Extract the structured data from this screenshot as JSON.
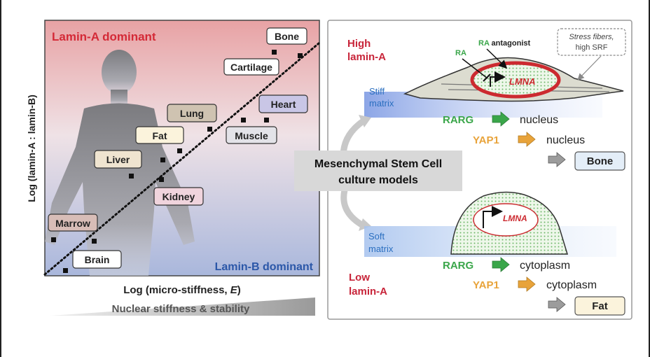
{
  "left_panel": {
    "top_label": "Lamin-A dominant",
    "bottom_label": "Lamin-B dominant",
    "y_axis_label": "Log (lamin-A : lamin-B)",
    "x_axis_label": "Log (micro-stiffness, E)",
    "x_axis_label_prefix": "Log (micro-stiffness, ",
    "x_axis_label_var": "E",
    "x_axis_label_suffix": ")",
    "bottom_bar_label": "Nuclear stiffness & stability",
    "tissues": [
      {
        "name": "Bone"
      },
      {
        "name": "Cartilage"
      },
      {
        "name": "Heart"
      },
      {
        "name": "Muscle"
      },
      {
        "name": "Lung"
      },
      {
        "name": "Fat"
      },
      {
        "name": "Liver"
      },
      {
        "name": "Kidney"
      },
      {
        "name": "Marrow"
      },
      {
        "name": "Brain"
      }
    ],
    "colors": {
      "red": "#d42a37",
      "blue": "#2b57a8"
    }
  },
  "right_panel": {
    "center_label_line1": "Mesenchymal Stem Cell",
    "center_label_line2": "culture models",
    "stiff": {
      "state_line1": "High",
      "state_line2": "lamin-A",
      "matrix_line1": "Stiff",
      "matrix_line2": "matrix",
      "ra_label": "RA",
      "ra_antagonist_prefix": "RA",
      "ra_antagonist_suffix": " antagonist",
      "stress_line1": "Stress fibers,",
      "stress_line2": "high SRF",
      "gene": "LMNA",
      "rarg_label": "RARG",
      "rarg_location": "nucleus",
      "yap_label": "YAP1",
      "yap_location": "nucleus",
      "fate": "Bone"
    },
    "soft": {
      "state_line1": "Low",
      "state_line2": "lamin-A",
      "matrix_line1": "Soft",
      "matrix_line2": "matrix",
      "gene": "LMNA",
      "rarg_label": "RARG",
      "rarg_location": "cytoplasm",
      "yap_label": "YAP1",
      "yap_location": "cytoplasm",
      "fate": "Fat"
    },
    "colors": {
      "red": "#d42a37",
      "blue": "#2b6fc0",
      "green": "#3aa64a",
      "orange": "#e8a33a",
      "gray": "#999999"
    }
  }
}
